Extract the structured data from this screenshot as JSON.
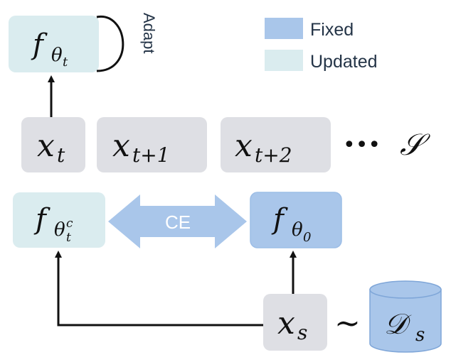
{
  "colors": {
    "fixed": "#a9c6ea",
    "fixed_border": "#9cbde6",
    "updated": "#daecef",
    "sample": "#dedfe4",
    "arrow_ce": "#a9c6ea",
    "db_fill": "#a9c6ea",
    "db_stroke": "#7fa6d8",
    "text": "#111111",
    "adapt_text": "#243447"
  },
  "legend": {
    "fixed_label": "Fixed",
    "updated_label": "Updated"
  },
  "adapt_label": "Adapt",
  "ce_label": "CE",
  "nodes": {
    "f_theta_t": {
      "base": "f",
      "sub": "θ",
      "subsub": "t"
    },
    "x_t": {
      "base": "x",
      "sub": "t"
    },
    "x_t1": {
      "base": "x",
      "sub": "t+1"
    },
    "x_t2": {
      "base": "x",
      "sub": "t+2"
    },
    "ellipsis": "•••",
    "stream": "𝒮",
    "f_theta_tc": {
      "base": "f",
      "sub": "θ",
      "subsup": "c",
      "subsub": "t"
    },
    "f_theta_0": {
      "base": "f",
      "sub": "θ",
      "subsub": "0"
    },
    "x_s": {
      "base": "x",
      "sub": "s"
    },
    "tilde": "∼",
    "D_s": {
      "base": "𝒟",
      "sub": "s"
    }
  }
}
